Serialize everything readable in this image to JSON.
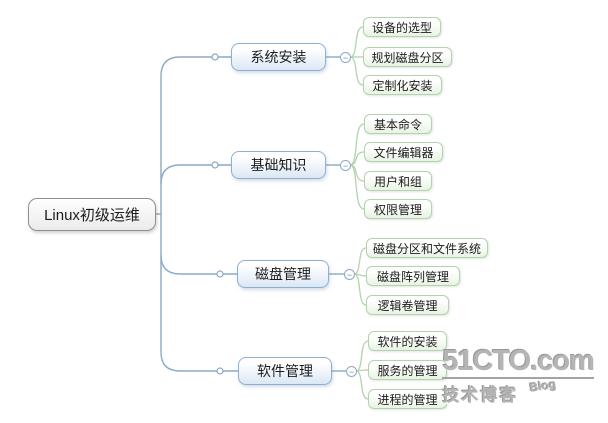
{
  "map": {
    "root": {
      "label": "Linux初级运维"
    },
    "branches": [
      {
        "label": "系统安装",
        "children": [
          "设备的选型",
          "规划磁盘分区",
          "定制化安装"
        ]
      },
      {
        "label": "基础知识",
        "children": [
          "基本命令",
          "文件编辑器",
          "用户和组",
          "权限管理"
        ]
      },
      {
        "label": "磁盘管理",
        "children": [
          "磁盘分区和文件系统",
          "磁盘阵列管理",
          "逻辑卷管理"
        ]
      },
      {
        "label": "软件管理",
        "children": [
          "软件的安装",
          "服务的管理",
          "进程的管理"
        ]
      }
    ]
  },
  "icons": {
    "collapse_minus": "−"
  },
  "watermark": {
    "brand": "51CTO.com",
    "tagline": "技术博客",
    "blog": "Blog"
  },
  "colors": {
    "branch_line": "#8ca9c5",
    "main_border": "#8fafd0",
    "main_fill": "#dbe7f5",
    "child_line": "#b2d3ae",
    "child_fill": "#e9f3e4",
    "root_border": "#8f8f8f",
    "watermark_gray": "#b5b5b5"
  }
}
